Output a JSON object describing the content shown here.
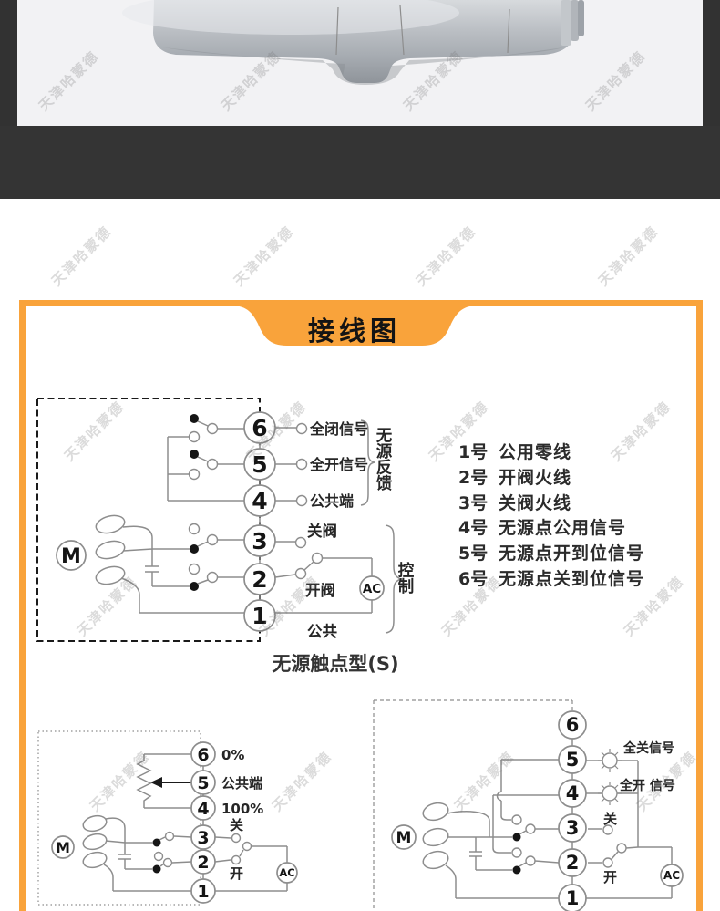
{
  "watermark": {
    "text": "天津哈蒙德"
  },
  "banner": {
    "title": "接线图",
    "color": "#F9A33B"
  },
  "diagram_passive": {
    "caption": "无源触点型(S)",
    "motor": "M",
    "ac": "AC",
    "terminals": [
      "6",
      "5",
      "4",
      "3",
      "2",
      "1"
    ],
    "labels": {
      "t6": "全闭信号",
      "t5": "全开信号",
      "t4": "公共端",
      "t3": "关阀",
      "t2": "开阀",
      "t1": "公共"
    },
    "brace_feedback": "无源反馈",
    "brace_control": "控制"
  },
  "legend": {
    "items": [
      {
        "no": "1号",
        "desc": "公用零线"
      },
      {
        "no": "2号",
        "desc": "开阀火线"
      },
      {
        "no": "3号",
        "desc": "关阀火线"
      },
      {
        "no": "4号",
        "desc": "无源点公用信号"
      },
      {
        "no": "5号",
        "desc": "无源点开到位信号"
      },
      {
        "no": "6号",
        "desc": "无源点关到位信号"
      }
    ]
  },
  "diagram_potentiometer": {
    "motor": "M",
    "ac": "AC",
    "terminals": [
      "6",
      "5",
      "4",
      "3",
      "2",
      "1"
    ],
    "labels": {
      "t6": "0%",
      "t5": "公共端",
      "t4": "100%",
      "t3": "关",
      "t2": "开"
    }
  },
  "diagram_active": {
    "motor": "M",
    "ac": "AC",
    "terminals": [
      "6",
      "5",
      "4",
      "3",
      "2",
      "1"
    ],
    "labels": {
      "t5": "全关信号",
      "t4": "全开 信号",
      "t3": "关",
      "t2": "开"
    }
  }
}
